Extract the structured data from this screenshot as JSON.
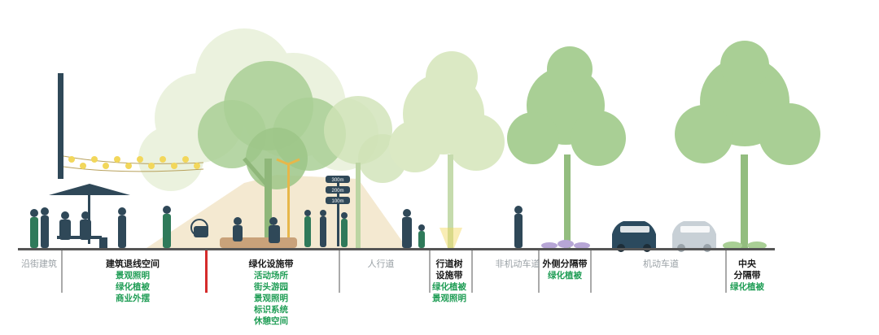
{
  "sign_texts": [
    "300m",
    "200m",
    "100m"
  ],
  "colors": {
    "ground": "#555555",
    "figure": "#2f4858",
    "tree_dark": "#6fa86b",
    "tree_mid": "#a9cf95",
    "tree_light": "#cfe2b6",
    "tree_pale": "#dbe9c4",
    "lamp": "#e7b74a",
    "string_light": "#f2d75b",
    "plaza": "#f1e3c6",
    "highlight_line": "#d52b2b",
    "label_green": "#1f9d55",
    "label_gray": "#9aa1a6",
    "car_dark": "#2b4a5e",
    "car_light": "#c8d0d6"
  },
  "zones": [
    {
      "id": "building",
      "title": [
        "沿街建筑"
      ],
      "emphasis": "muted",
      "items": []
    },
    {
      "id": "setback",
      "title": [
        "建筑退线空间"
      ],
      "emphasis": "strong",
      "items": [
        "景观照明",
        "绿化植被",
        "商业外摆"
      ]
    },
    {
      "id": "green-facility",
      "title": [
        "绿化设施带"
      ],
      "emphasis": "strong",
      "items": [
        "活动场所",
        "街头游园",
        "景观照明",
        "标识系统",
        "休憩空间"
      ]
    },
    {
      "id": "sidewalk",
      "title": [
        "人行道"
      ],
      "emphasis": "muted",
      "items": []
    },
    {
      "id": "tree-belt",
      "title": [
        "行道树",
        "设施带"
      ],
      "emphasis": "strong",
      "items": [
        "绿化植被",
        "景观照明"
      ]
    },
    {
      "id": "bike-lane",
      "title": [
        "非机动车道"
      ],
      "emphasis": "muted",
      "items": []
    },
    {
      "id": "outer-divider",
      "title": [
        "外侧分隔带"
      ],
      "emphasis": "strong",
      "items": [
        "绿化植被"
      ]
    },
    {
      "id": "motor-lane",
      "title": [
        "机动车道"
      ],
      "emphasis": "muted",
      "items": []
    },
    {
      "id": "median",
      "title": [
        "中央",
        "分隔带"
      ],
      "emphasis": "strong",
      "items": [
        "绿化植被"
      ]
    }
  ]
}
